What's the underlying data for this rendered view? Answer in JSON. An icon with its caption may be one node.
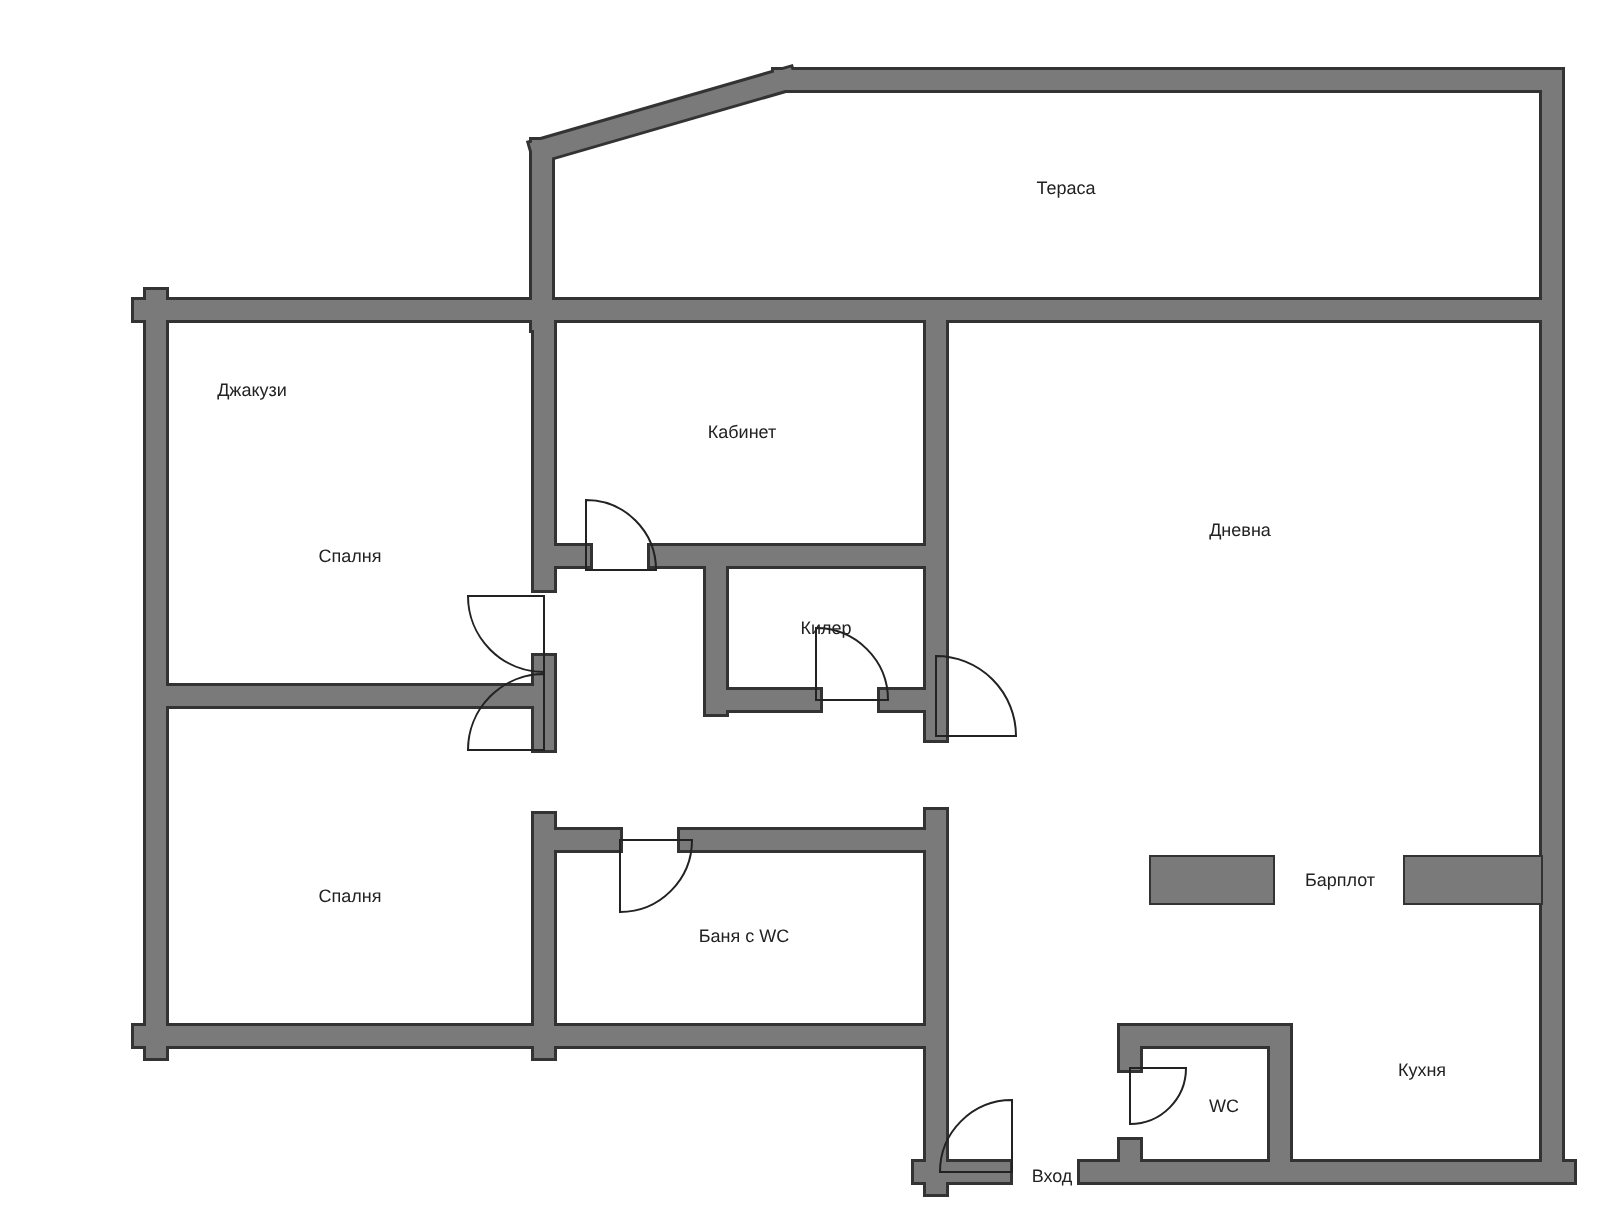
{
  "diagram": {
    "nodes": [
      {
        "text": [
          "Тераса"
        ]
      },
      {
        "text": [
          "Джакузи",
          "Спалня"
        ]
      },
      {
        "text": [
          "Кабинет"
        ]
      },
      {
        "text": [
          "Килер"
        ]
      },
      {
        "text": [
          "Спалня"
        ]
      },
      {
        "text": [
          "Баня с WC"
        ]
      },
      {
        "text": [
          "Дневна",
          "Кухня"
        ]
      },
      {
        "text": [
          "WC"
        ],
        "in": 6
      }
    ],
    "labels": [
      "Барплот",
      "Вход"
    ]
  }
}
